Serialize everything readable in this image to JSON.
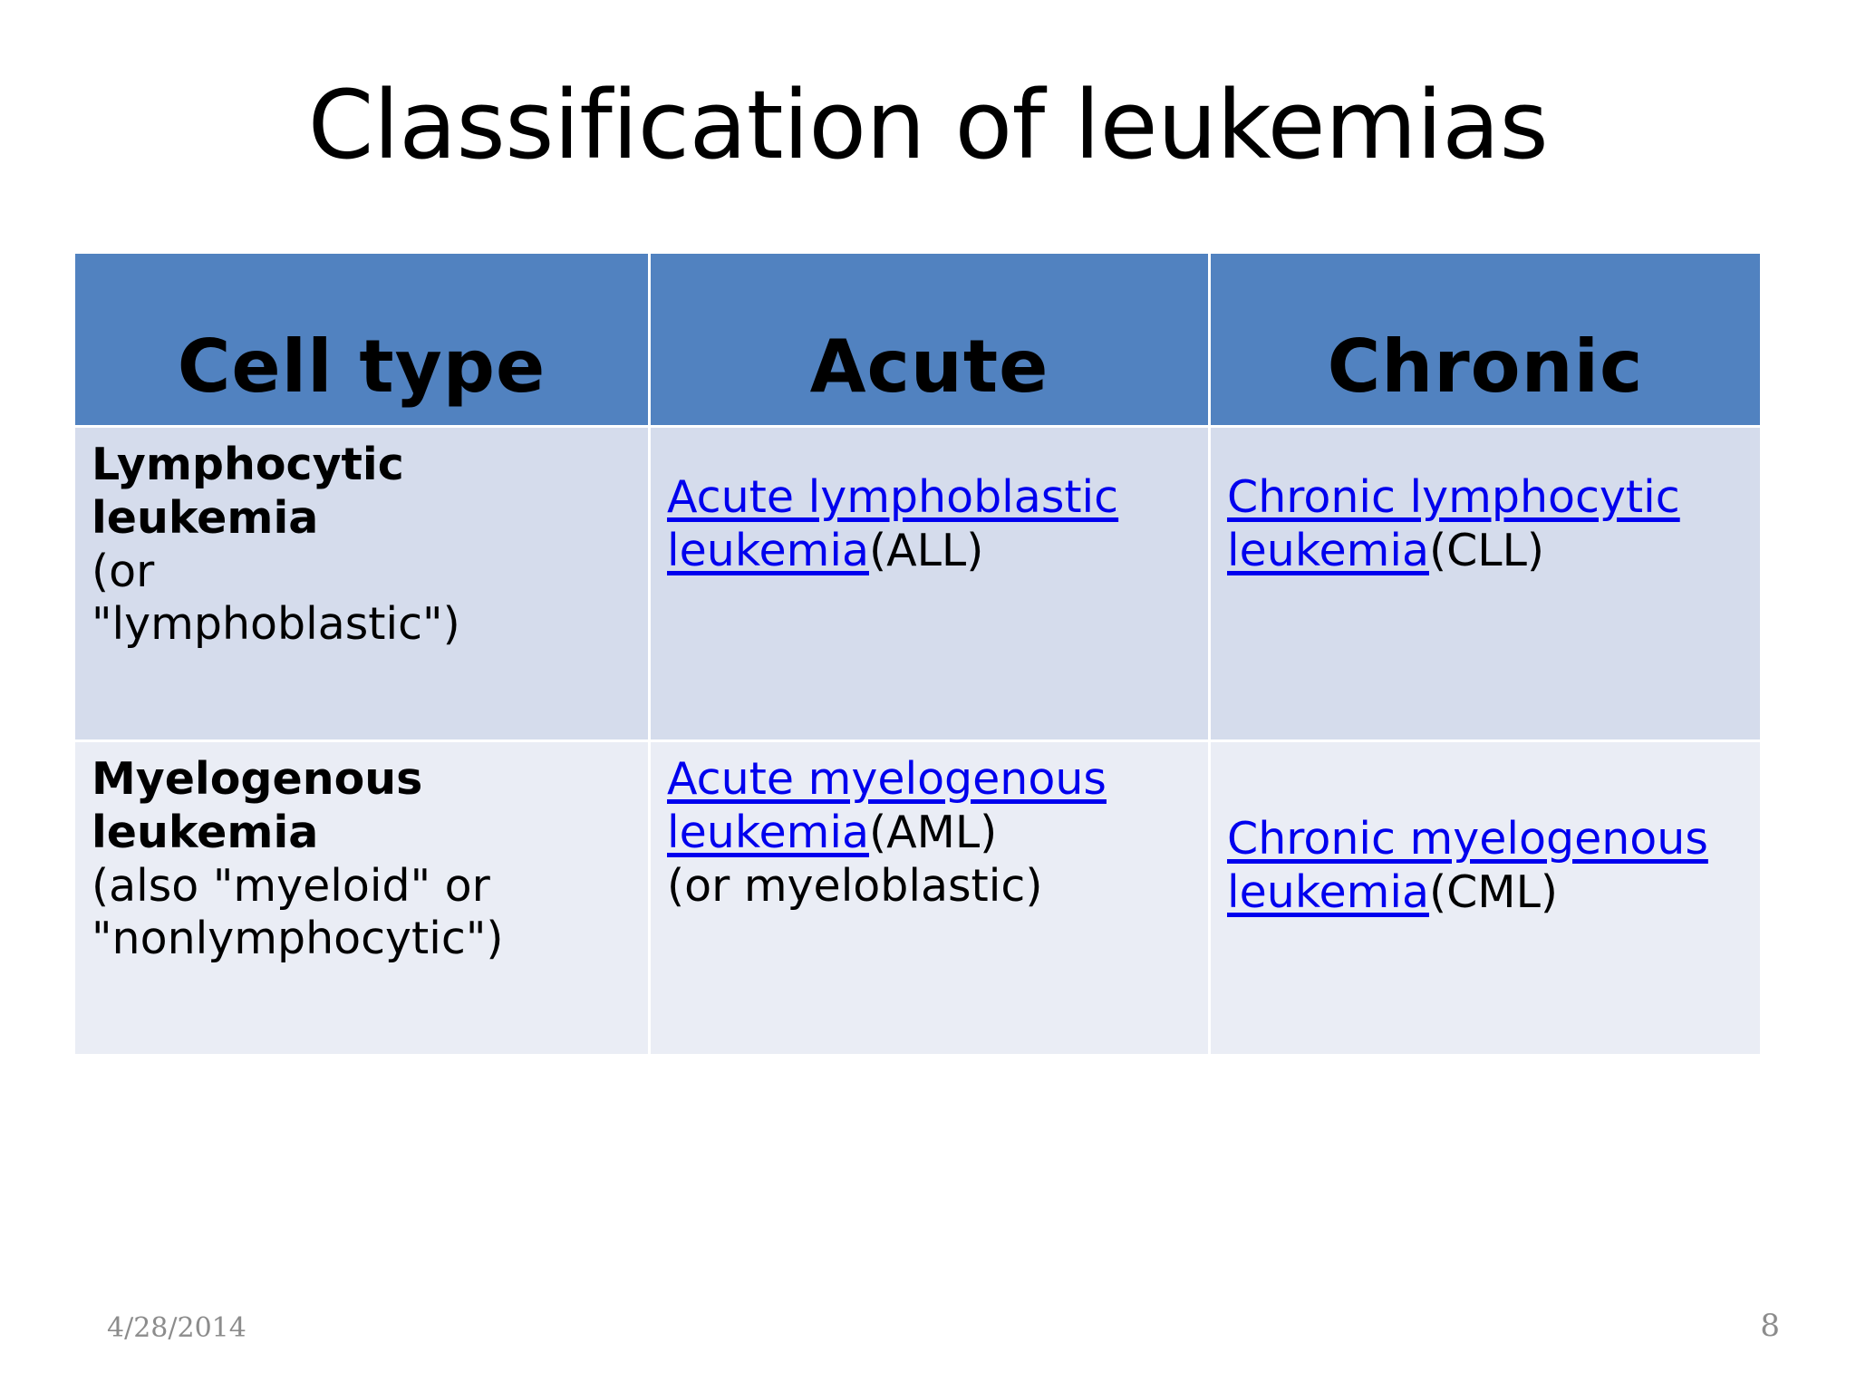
{
  "slide": {
    "title": "Classification of leukemias",
    "colors": {
      "header_fill": "#5182C0",
      "row1_fill": "#D5DCEC",
      "row2_fill": "#EAEDF5",
      "link": "#0000EE",
      "text": "#000000",
      "footer_text": "#8C8C8C",
      "background": "#FFFFFF"
    }
  },
  "table": {
    "headers": {
      "col1": "Cell type",
      "col2": "Acute",
      "col3": "Chronic"
    },
    "rows": [
      {
        "cell_type": {
          "name": "Lymphocytic leukemia",
          "name_line1": "Lymphocytic",
          "name_line2": "leukemia",
          "alias": "(or \"lymphoblastic\")",
          "alias_line1": "(or",
          "alias_line2": "\"lymphoblastic\")"
        },
        "acute": {
          "link_text": "Acute lymphoblastic leukemia",
          "abbr": "(ALL)",
          "note": ""
        },
        "chronic": {
          "link_text": "Chronic lymphocytic leukemia",
          "abbr": "(CLL)",
          "note": ""
        }
      },
      {
        "cell_type": {
          "name": "Myelogenous leukemia",
          "name_line1": "Myelogenous",
          "name_line2": "leukemia",
          "alias": "(also \"myeloid\" or \"nonlymphocytic\")",
          "alias_line1": "(also \"myeloid\" or",
          "alias_line2": "\"nonlymphocytic\")"
        },
        "acute": {
          "link_text": "Acute myelogenous leukemia",
          "abbr": "(AML)",
          "note": "(or myeloblastic)"
        },
        "chronic": {
          "link_text": "Chronic myelogenous leukemia",
          "abbr": "(CML)",
          "note": ""
        }
      }
    ]
  },
  "footer": {
    "date": "4/28/2014",
    "page_number": "8"
  }
}
